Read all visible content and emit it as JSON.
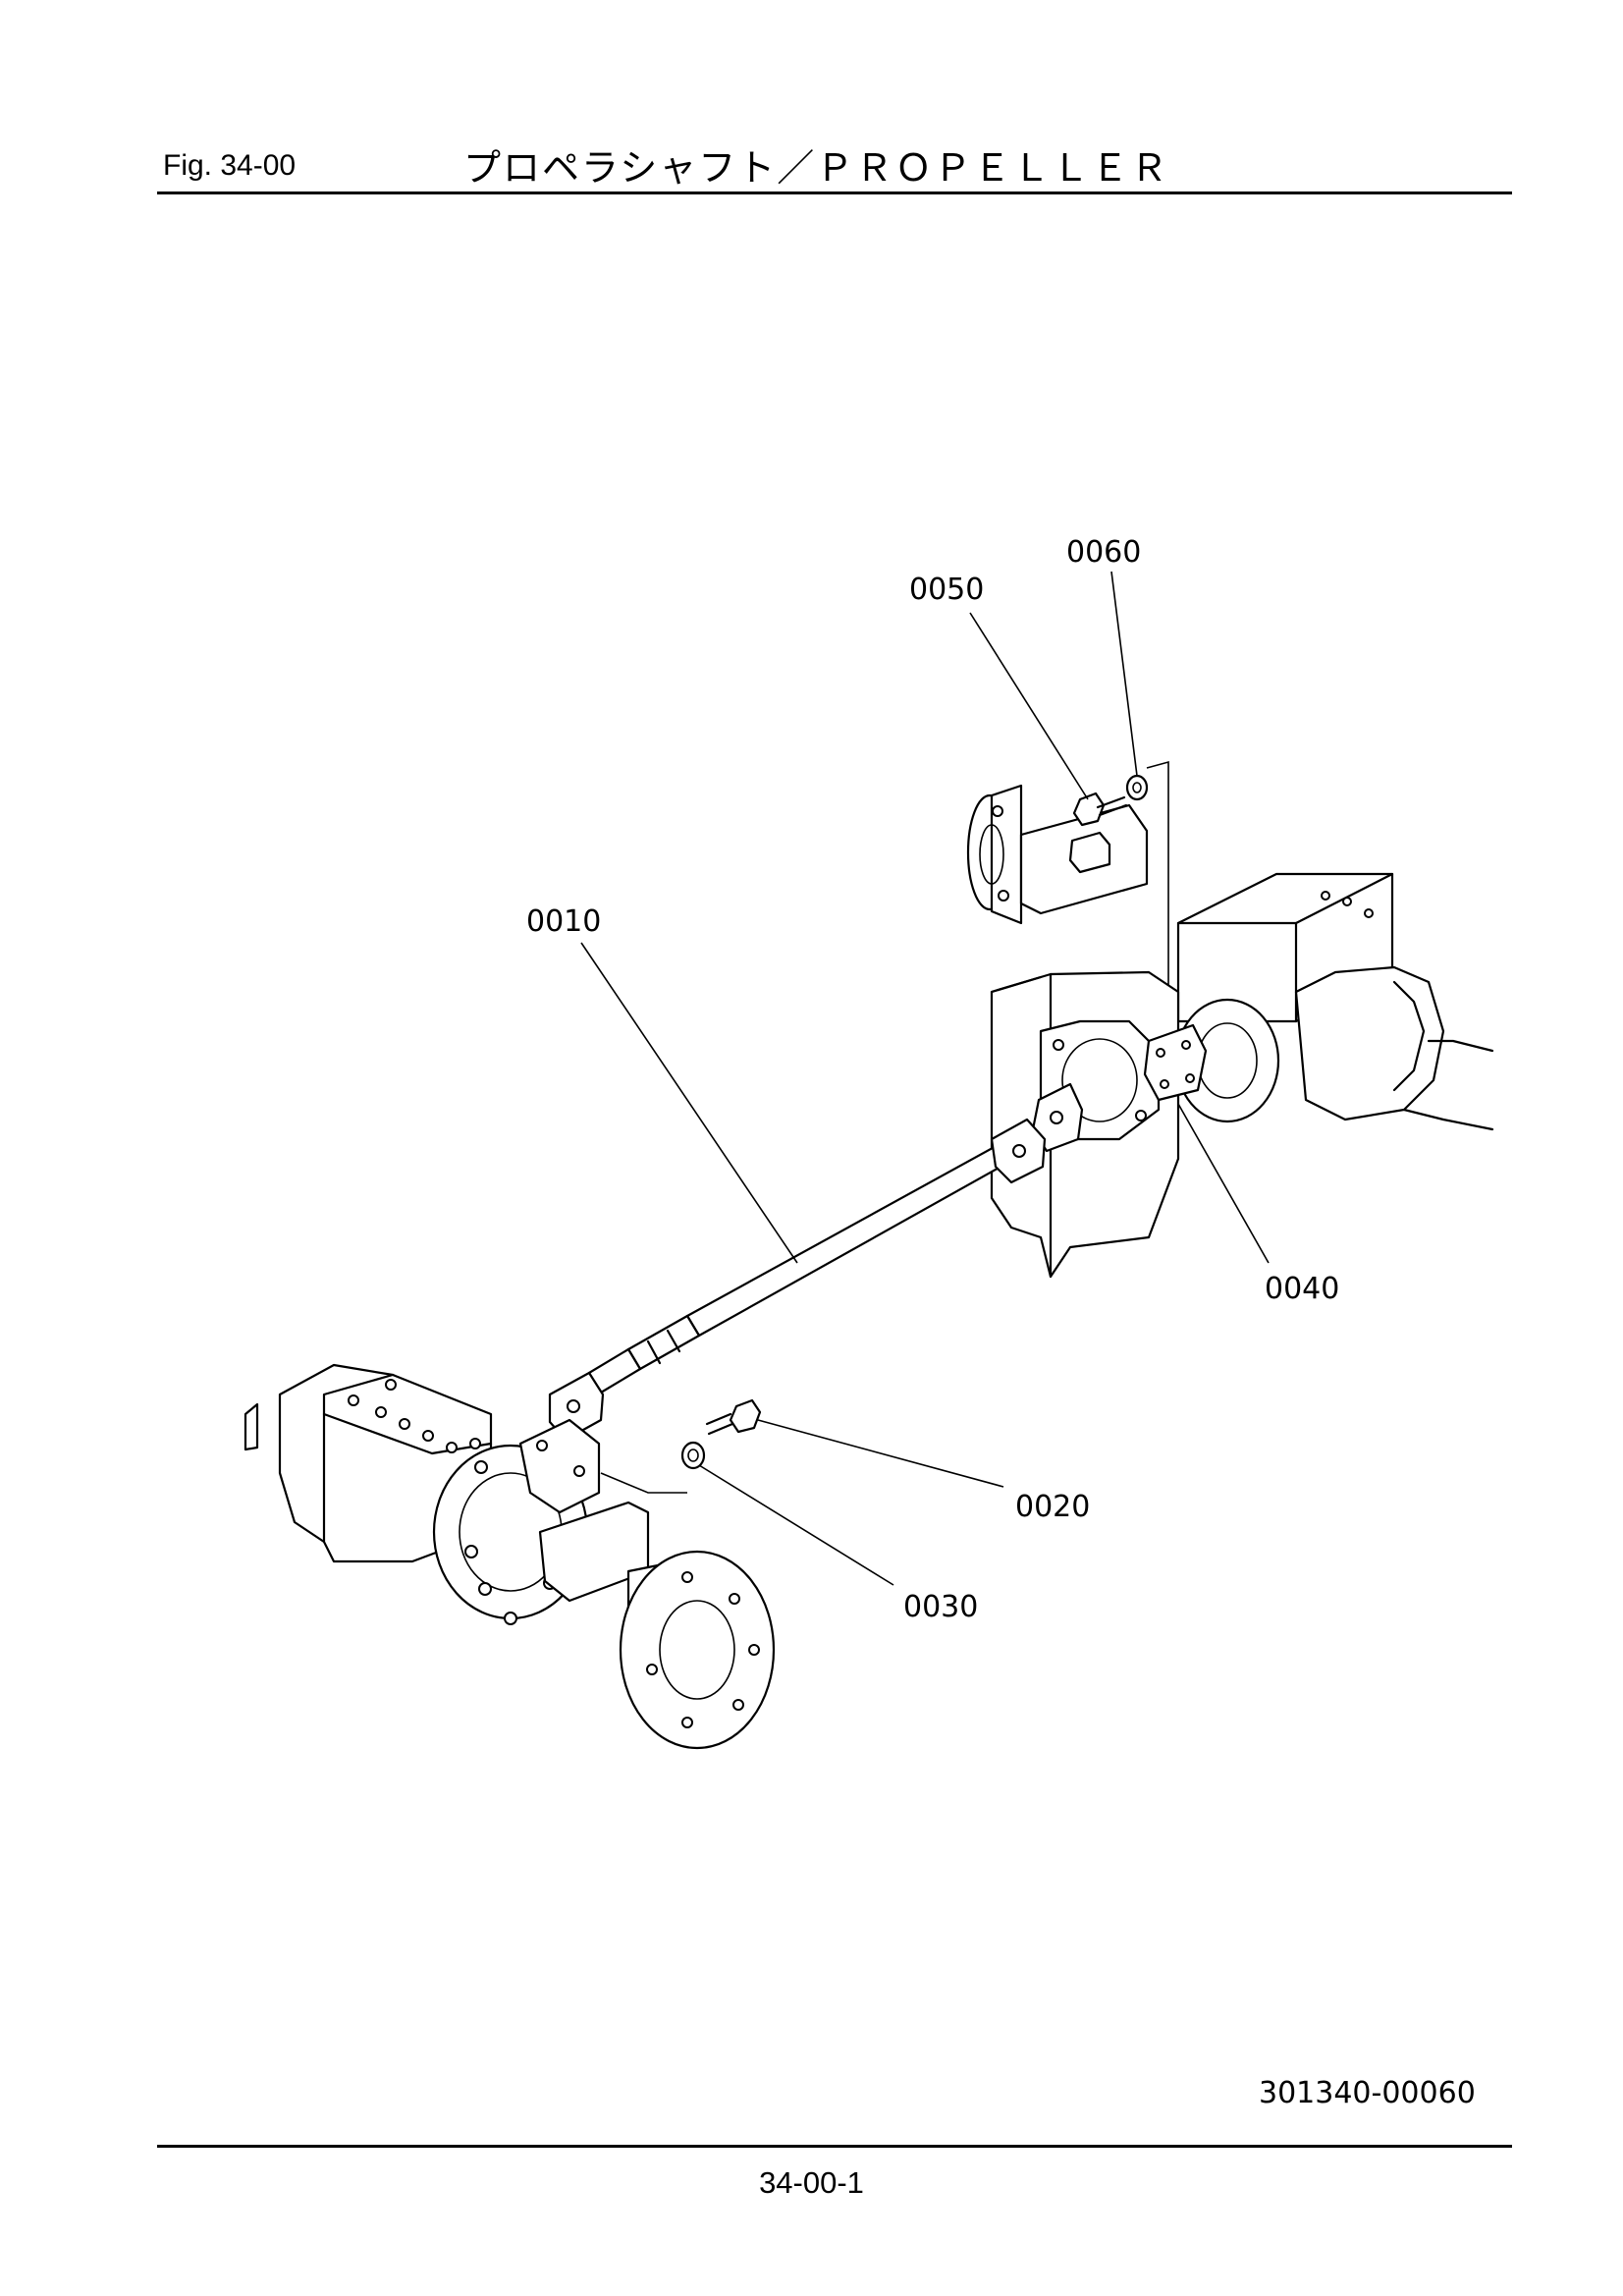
{
  "header": {
    "fig_label": "Fig.  34-00",
    "title": "プロペラシャフト／ＰＲＯＰＥＬＬＥＲ"
  },
  "callouts": {
    "p0010": "0010",
    "p0020": "0020",
    "p0030": "0030",
    "p0040": "0040",
    "p0050": "0050",
    "p0060": "0060"
  },
  "footer": {
    "drawing_id": "301340-00060",
    "page_number": "34-00-1"
  }
}
